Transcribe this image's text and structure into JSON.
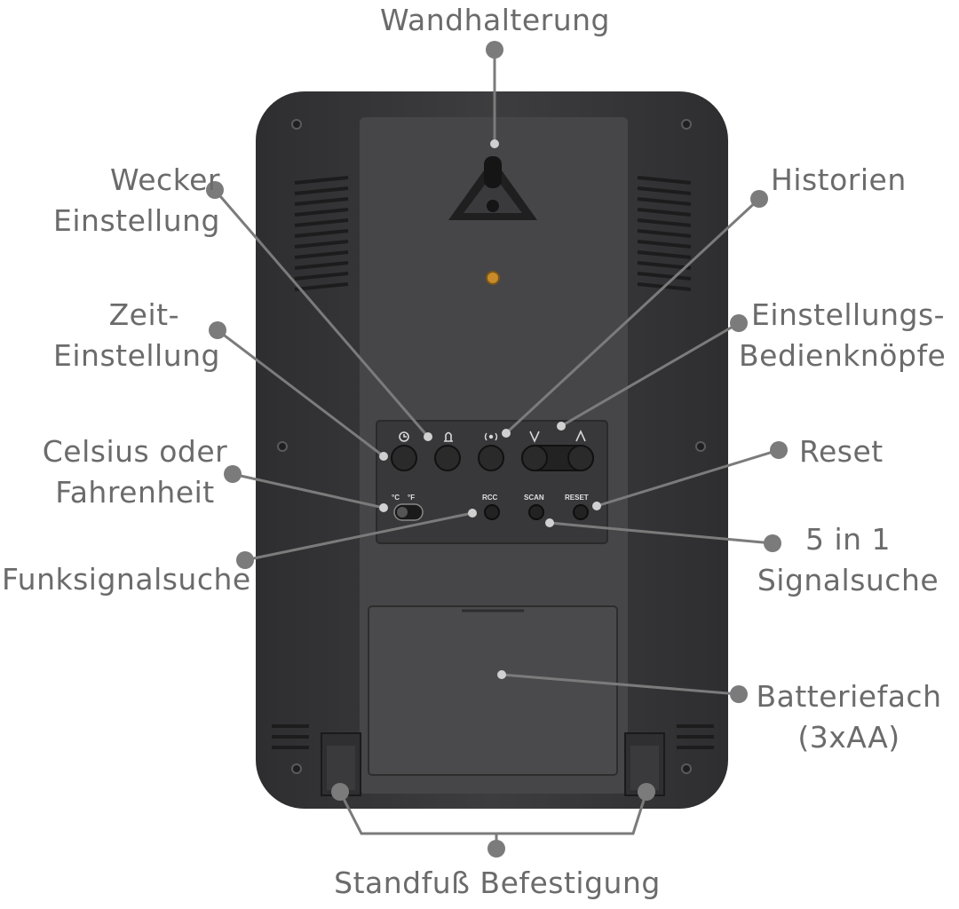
{
  "labels": {
    "wall_mount": "Wandhalterung",
    "alarm_setting": [
      "Wecker",
      "Einstellung"
    ],
    "history": "Historien",
    "time_setting": [
      "Zeit-",
      "Einstellung"
    ],
    "setting_buttons": [
      "Einstellungs-",
      "Bedienknöpfe"
    ],
    "celsius_fahrenheit": [
      "Celsius oder",
      "Fahrenheit"
    ],
    "reset": "Reset",
    "radio_signal_search": "Funksignalsuche",
    "signal_search_5in1": [
      "5 in 1",
      "Signalsuche"
    ],
    "battery": [
      "Batteriefach",
      "(3xAA)"
    ],
    "stand_mount": "Standfuß Befestigung"
  },
  "device": {
    "button_labels": [
      "RCC",
      "SCAN",
      "RESET"
    ],
    "switch_labels": [
      "°C",
      "°F"
    ],
    "arrow_labels": [
      "V",
      "Λ"
    ]
  },
  "colors": {
    "body": "#3b3b3d",
    "panel": "#454547",
    "leader": "#7b7b7b",
    "text": "#6b6b6b"
  }
}
